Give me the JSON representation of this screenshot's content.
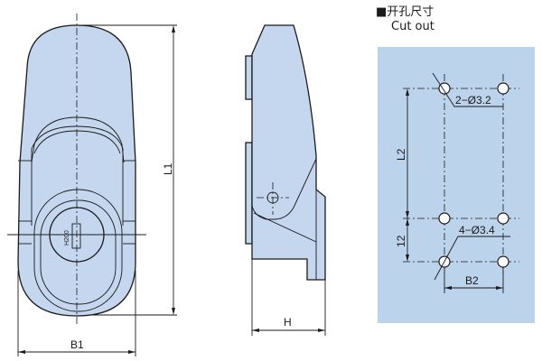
{
  "cutout": {
    "title_cn": "■开孔尺寸",
    "title_en": "Cut out",
    "panel_color": "#bcd3ec"
  },
  "labels": {
    "L1": "L1",
    "B1": "B1",
    "H": "H",
    "key_code": "H200",
    "L2": "L2",
    "spacing_12": "12",
    "B2": "B2",
    "hole_top": "2−Ø3.2",
    "hole_bottom": "4−Ø3.4"
  },
  "part_color": "#c5d7ee"
}
